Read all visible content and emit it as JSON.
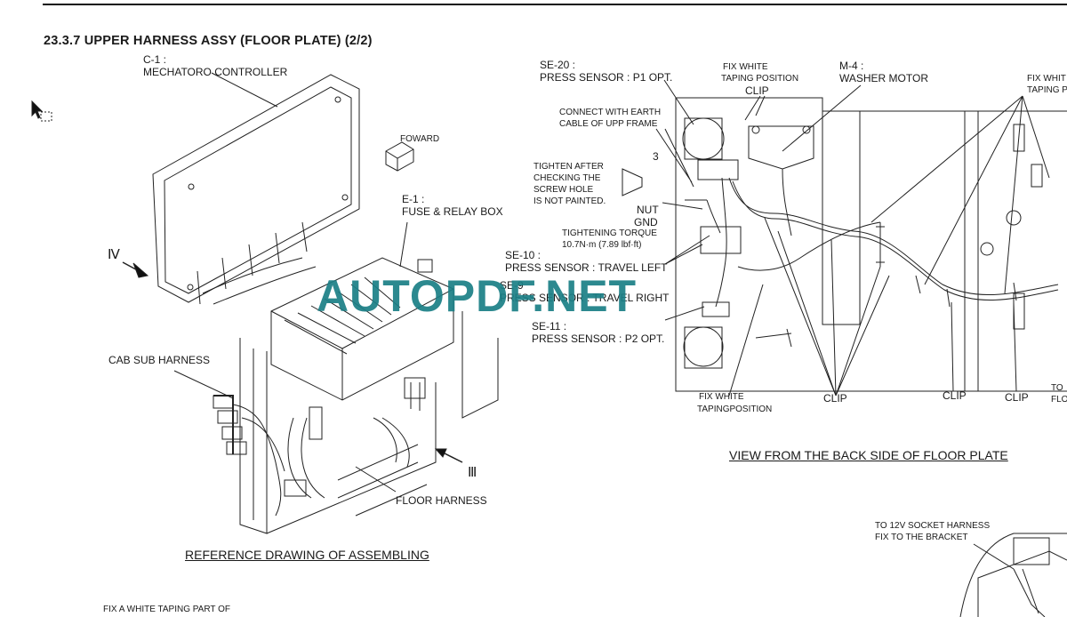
{
  "page": {
    "title": "23.3.7  UPPER HARNESS ASSY (FLOOR PLATE) (2/2)",
    "watermark": "AUTOPDF.NET",
    "footer_cut": "FIX A WHITE TAPING PART OF"
  },
  "left_drawing": {
    "c1_code": "C-1 :",
    "c1_name": "MECHATORO CONTROLLER",
    "forward": "FOWARD",
    "e1_code": "E-1 :",
    "e1_name": "FUSE & RELAY BOX",
    "view4": "Ⅳ",
    "view3": "Ⅲ",
    "cab_sub": "CAB SUB HARNESS",
    "floor_harness": "FLOOR HARNESS",
    "caption": "REFERENCE DRAWING OF ASSEMBLING"
  },
  "right_drawing": {
    "se20_code": "SE-20 :",
    "se20_name": "PRESS SENSOR : P1 OPT.",
    "fix_white_1a": "FIX WHITE",
    "fix_white_1b": "TAPING POSITION",
    "clip_top": "CLIP",
    "m4_code": "M-4 :",
    "m4_name": "WASHER MOTOR",
    "fix_white_2a": "FIX WHIT",
    "fix_white_2b": "TAPING P",
    "connect_1": "CONNECT WITH EARTH",
    "connect_2": "CABLE OF UPP FRAME",
    "num3": "3",
    "tighten_1": "TIGHTEN AFTER",
    "tighten_2": "CHECKING THE",
    "tighten_3": "SCREW HOLE",
    "tighten_4": "IS NOT PAINTED.",
    "nut": "NUT",
    "gnd": "GND",
    "torque_1": "TIGHTENING TORQUE",
    "torque_2": "10.7N·m (7.89 lbf·ft)",
    "se10_code": "SE-10 :",
    "se10_name": "PRESS SENSOR : TRAVEL LEFT",
    "se9_code": "SE-9",
    "se9_name": "PRESS SENSOR : TRAVEL RIGHT",
    "se11_code": "SE-11 :",
    "se11_name": "PRESS SENSOR : P2 OPT.",
    "fix_white_3a": "FIX WHITE",
    "fix_white_3b": "TAPINGPOSITION",
    "clip_1": "CLIP",
    "clip_2": "CLIP",
    "clip_3": "CLIP",
    "to_1": "TO",
    "to_2": "FLO",
    "caption": "VIEW FROM THE BACK SIDE OF FLOOR PLATE",
    "socket_1": "TO 12V SOCKET HARNESS",
    "socket_2": "FIX TO THE BRACKET"
  }
}
